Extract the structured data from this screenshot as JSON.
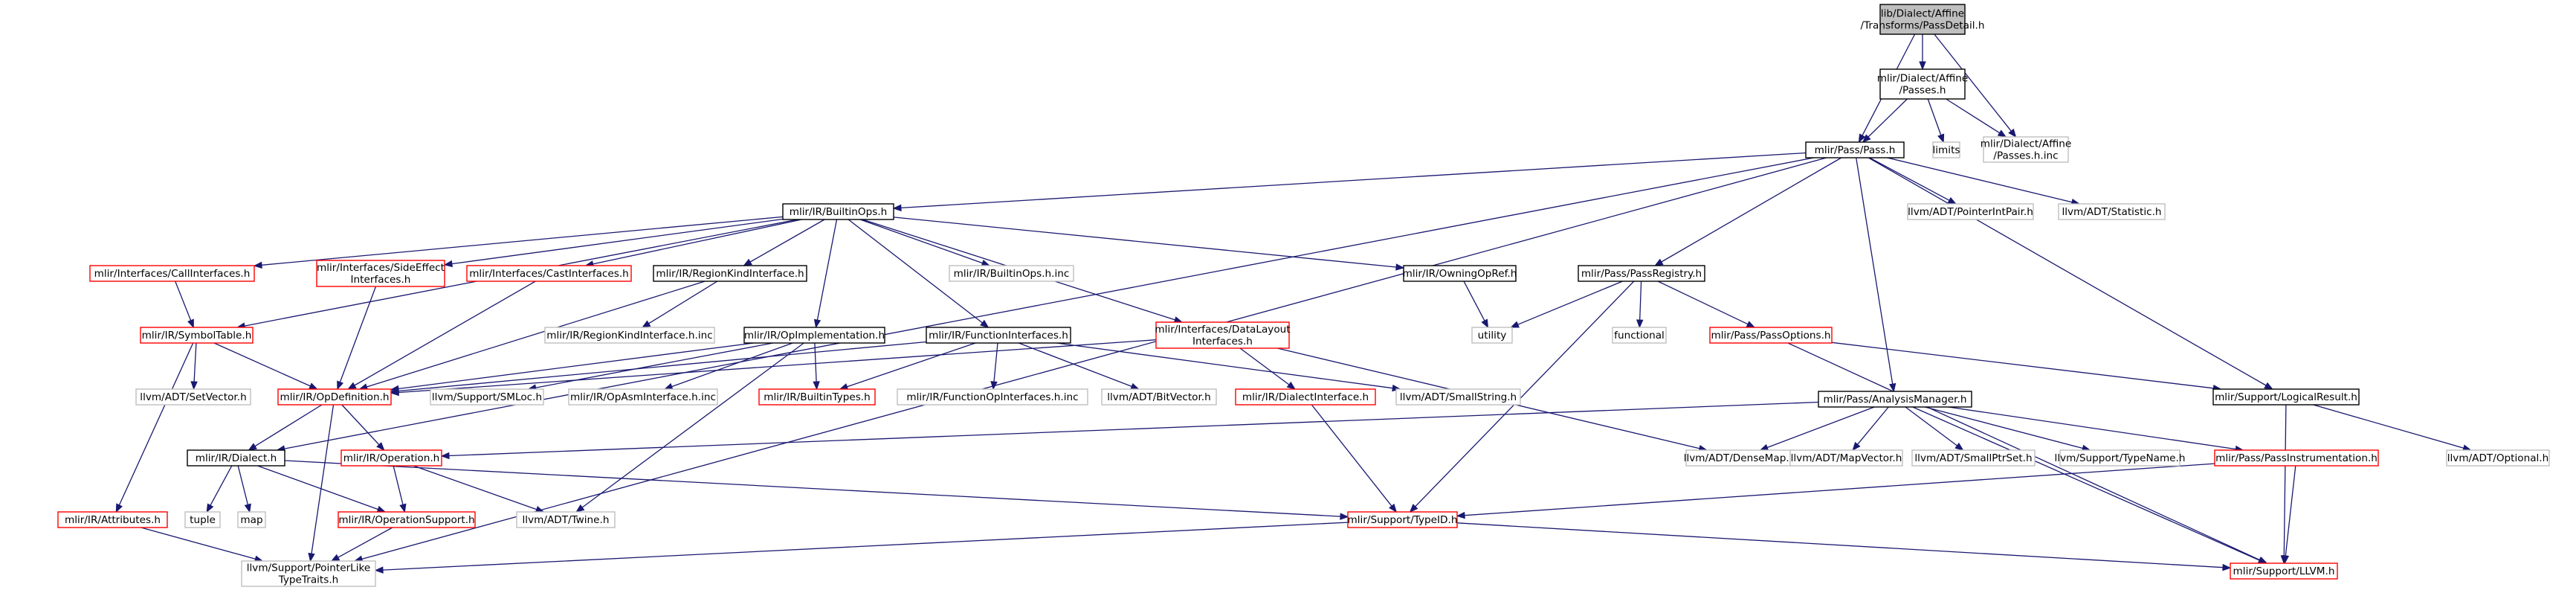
{
  "colors": {
    "root_fill": "#bfbfbf",
    "root_stroke": "#000000",
    "documented_stroke": "#000000",
    "truncated_stroke": "#ff0000",
    "external_stroke": "#bfbfbf",
    "external_text": "#000000",
    "edge": "#191970",
    "background": "#ffffff"
  },
  "nodes": [
    {
      "id": "root",
      "kind": "root",
      "lines": [
        "lib/Dialect/Affine",
        "/Transforms/PassDetail.h"
      ]
    },
    {
      "id": "affine_passes",
      "kind": "documented",
      "lines": [
        "mlir/Dialect/Affine",
        "/Passes.h"
      ]
    },
    {
      "id": "pass",
      "kind": "documented",
      "lines": [
        "mlir/Pass/Pass.h"
      ]
    },
    {
      "id": "limits",
      "kind": "external",
      "lines": [
        "limits"
      ]
    },
    {
      "id": "affine_passes_inc",
      "kind": "external",
      "lines": [
        "mlir/Dialect/Affine",
        "/Passes.h.inc"
      ]
    },
    {
      "id": "builtin_ops",
      "kind": "documented",
      "lines": [
        "mlir/IR/BuiltinOps.h"
      ]
    },
    {
      "id": "pointer_int_pair",
      "kind": "external",
      "lines": [
        "llvm/ADT/PointerIntPair.h"
      ]
    },
    {
      "id": "statistic",
      "kind": "external",
      "lines": [
        "llvm/ADT/Statistic.h"
      ]
    },
    {
      "id": "call_interfaces",
      "kind": "truncated",
      "lines": [
        "mlir/Interfaces/CallInterfaces.h"
      ]
    },
    {
      "id": "side_effect",
      "kind": "truncated",
      "lines": [
        "mlir/Interfaces/SideEffect",
        "Interfaces.h"
      ]
    },
    {
      "id": "cast_interfaces",
      "kind": "truncated",
      "lines": [
        "mlir/Interfaces/CastInterfaces.h"
      ]
    },
    {
      "id": "region_kind",
      "kind": "documented",
      "lines": [
        "mlir/IR/RegionKindInterface.h"
      ]
    },
    {
      "id": "builtin_ops_inc",
      "kind": "external",
      "lines": [
        "mlir/IR/BuiltinOps.h.inc"
      ]
    },
    {
      "id": "owning_op_ref",
      "kind": "documented",
      "lines": [
        "mlir/IR/OwningOpRef.h"
      ]
    },
    {
      "id": "pass_registry",
      "kind": "documented",
      "lines": [
        "mlir/Pass/PassRegistry.h"
      ]
    },
    {
      "id": "symbol_table",
      "kind": "truncated",
      "lines": [
        "mlir/IR/SymbolTable.h"
      ]
    },
    {
      "id": "region_kind_inc",
      "kind": "external",
      "lines": [
        "mlir/IR/RegionKindInterface.h.inc"
      ]
    },
    {
      "id": "op_implementation",
      "kind": "documented",
      "lines": [
        "mlir/IR/OpImplementation.h"
      ]
    },
    {
      "id": "function_interfaces",
      "kind": "documented",
      "lines": [
        "mlir/IR/FunctionInterfaces.h"
      ]
    },
    {
      "id": "data_layout",
      "kind": "truncated",
      "lines": [
        "mlir/Interfaces/DataLayout",
        "Interfaces.h"
      ]
    },
    {
      "id": "utility",
      "kind": "external",
      "lines": [
        "utility"
      ]
    },
    {
      "id": "functional",
      "kind": "external",
      "lines": [
        "functional"
      ]
    },
    {
      "id": "pass_options",
      "kind": "truncated",
      "lines": [
        "mlir/Pass/PassOptions.h"
      ]
    },
    {
      "id": "set_vector",
      "kind": "external",
      "lines": [
        "llvm/ADT/SetVector.h"
      ]
    },
    {
      "id": "op_definition",
      "kind": "truncated",
      "lines": [
        "mlir/IR/OpDefinition.h"
      ]
    },
    {
      "id": "smloc",
      "kind": "external",
      "lines": [
        "llvm/Support/SMLoc.h"
      ]
    },
    {
      "id": "op_asm_inc",
      "kind": "external",
      "lines": [
        "mlir/IR/OpAsmInterface.h.inc"
      ]
    },
    {
      "id": "builtin_types",
      "kind": "truncated",
      "lines": [
        "mlir/IR/BuiltinTypes.h"
      ]
    },
    {
      "id": "function_interfaces_inc",
      "kind": "external",
      "lines": [
        "mlir/IR/FunctionOpInterfaces.h.inc"
      ]
    },
    {
      "id": "bit_vector",
      "kind": "external",
      "lines": [
        "llvm/ADT/BitVector.h"
      ]
    },
    {
      "id": "dialect_interface",
      "kind": "truncated",
      "lines": [
        "mlir/IR/DialectInterface.h"
      ]
    },
    {
      "id": "small_string",
      "kind": "external",
      "lines": [
        "llvm/ADT/SmallString.h"
      ]
    },
    {
      "id": "logical_result",
      "kind": "documented",
      "lines": [
        "mlir/Support/LogicalResult.h"
      ]
    },
    {
      "id": "analysis_manager",
      "kind": "documented",
      "lines": [
        "mlir/Pass/AnalysisManager.h"
      ]
    },
    {
      "id": "dialect",
      "kind": "documented",
      "lines": [
        "mlir/IR/Dialect.h"
      ]
    },
    {
      "id": "operation",
      "kind": "truncated",
      "lines": [
        "mlir/IR/Operation.h"
      ]
    },
    {
      "id": "dense_map",
      "kind": "external",
      "lines": [
        "llvm/ADT/DenseMap.h"
      ]
    },
    {
      "id": "map_vector",
      "kind": "external",
      "lines": [
        "llvm/ADT/MapVector.h"
      ]
    },
    {
      "id": "small_ptr_set",
      "kind": "external",
      "lines": [
        "llvm/ADT/SmallPtrSet.h"
      ]
    },
    {
      "id": "type_name",
      "kind": "external",
      "lines": [
        "llvm/Support/TypeName.h"
      ]
    },
    {
      "id": "pass_instrumentation",
      "kind": "truncated",
      "lines": [
        "mlir/Pass/PassInstrumentation.h"
      ]
    },
    {
      "id": "optional",
      "kind": "external",
      "lines": [
        "llvm/ADT/Optional.h"
      ]
    },
    {
      "id": "attributes",
      "kind": "truncated",
      "lines": [
        "mlir/IR/Attributes.h"
      ]
    },
    {
      "id": "tuple",
      "kind": "external",
      "lines": [
        "tuple"
      ]
    },
    {
      "id": "map",
      "kind": "external",
      "lines": [
        "map"
      ]
    },
    {
      "id": "operation_support",
      "kind": "truncated",
      "lines": [
        "mlir/IR/OperationSupport.h"
      ]
    },
    {
      "id": "twine",
      "kind": "external",
      "lines": [
        "llvm/ADT/Twine.h"
      ]
    },
    {
      "id": "type_id",
      "kind": "truncated",
      "lines": [
        "mlir/Support/TypeID.h"
      ]
    },
    {
      "id": "pointer_like",
      "kind": "external",
      "lines": [
        "llvm/Support/PointerLike",
        "TypeTraits.h"
      ]
    },
    {
      "id": "support_llvm",
      "kind": "truncated",
      "lines": [
        "mlir/Support/LLVM.h"
      ]
    }
  ],
  "edges": [
    [
      "root",
      "affine_passes"
    ],
    [
      "root",
      "pass"
    ],
    [
      "root",
      "affine_passes_inc"
    ],
    [
      "affine_passes",
      "pass"
    ],
    [
      "affine_passes",
      "limits"
    ],
    [
      "affine_passes",
      "affine_passes_inc"
    ],
    [
      "pass",
      "builtin_ops"
    ],
    [
      "pass",
      "pointer_int_pair"
    ],
    [
      "pass",
      "statistic"
    ],
    [
      "pass",
      "pass_registry"
    ],
    [
      "pass",
      "logical_result"
    ],
    [
      "pass",
      "analysis_manager"
    ],
    [
      "pass",
      "dialect"
    ],
    [
      "pass",
      "pointer_like"
    ],
    [
      "builtin_ops",
      "call_interfaces"
    ],
    [
      "builtin_ops",
      "side_effect"
    ],
    [
      "builtin_ops",
      "cast_interfaces"
    ],
    [
      "builtin_ops",
      "region_kind"
    ],
    [
      "builtin_ops",
      "builtin_ops_inc"
    ],
    [
      "builtin_ops",
      "owning_op_ref"
    ],
    [
      "builtin_ops",
      "symbol_table"
    ],
    [
      "builtin_ops",
      "op_implementation"
    ],
    [
      "builtin_ops",
      "function_interfaces"
    ],
    [
      "builtin_ops",
      "data_layout"
    ],
    [
      "call_interfaces",
      "symbol_table"
    ],
    [
      "side_effect",
      "op_definition"
    ],
    [
      "cast_interfaces",
      "op_definition"
    ],
    [
      "region_kind",
      "region_kind_inc"
    ],
    [
      "region_kind",
      "op_definition"
    ],
    [
      "owning_op_ref",
      "utility"
    ],
    [
      "pass_registry",
      "utility"
    ],
    [
      "pass_registry",
      "functional"
    ],
    [
      "pass_registry",
      "pass_options"
    ],
    [
      "pass_registry",
      "type_id"
    ],
    [
      "symbol_table",
      "set_vector"
    ],
    [
      "symbol_table",
      "op_definition"
    ],
    [
      "symbol_table",
      "attributes"
    ],
    [
      "op_implementation",
      "op_definition"
    ],
    [
      "op_implementation",
      "smloc"
    ],
    [
      "op_implementation",
      "op_asm_inc"
    ],
    [
      "op_implementation",
      "builtin_types"
    ],
    [
      "op_implementation",
      "twine"
    ],
    [
      "function_interfaces",
      "op_definition"
    ],
    [
      "function_interfaces",
      "builtin_types"
    ],
    [
      "function_interfaces",
      "function_interfaces_inc"
    ],
    [
      "function_interfaces",
      "bit_vector"
    ],
    [
      "function_interfaces",
      "small_string"
    ],
    [
      "data_layout",
      "op_definition"
    ],
    [
      "data_layout",
      "dialect_interface"
    ],
    [
      "data_layout",
      "dense_map"
    ],
    [
      "pass_options",
      "logical_result"
    ],
    [
      "pass_options",
      "support_llvm"
    ],
    [
      "op_definition",
      "dialect"
    ],
    [
      "op_definition",
      "operation"
    ],
    [
      "op_definition",
      "pointer_like"
    ],
    [
      "dialect_interface",
      "type_id"
    ],
    [
      "logical_result",
      "optional"
    ],
    [
      "logical_result",
      "support_llvm"
    ],
    [
      "analysis_manager",
      "operation"
    ],
    [
      "analysis_manager",
      "dense_map"
    ],
    [
      "analysis_manager",
      "map_vector"
    ],
    [
      "analysis_manager",
      "small_ptr_set"
    ],
    [
      "analysis_manager",
      "type_name"
    ],
    [
      "analysis_manager",
      "pass_instrumentation"
    ],
    [
      "analysis_manager",
      "support_llvm"
    ],
    [
      "dialect",
      "tuple"
    ],
    [
      "dialect",
      "map"
    ],
    [
      "dialect",
      "operation_support"
    ],
    [
      "dialect",
      "type_id"
    ],
    [
      "operation",
      "operation_support"
    ],
    [
      "operation",
      "twine"
    ],
    [
      "pass_instrumentation",
      "type_id"
    ],
    [
      "pass_instrumentation",
      "support_llvm"
    ],
    [
      "attributes",
      "pointer_like"
    ],
    [
      "operation_support",
      "pointer_like"
    ],
    [
      "type_id",
      "pointer_like"
    ],
    [
      "type_id",
      "support_llvm"
    ]
  ]
}
